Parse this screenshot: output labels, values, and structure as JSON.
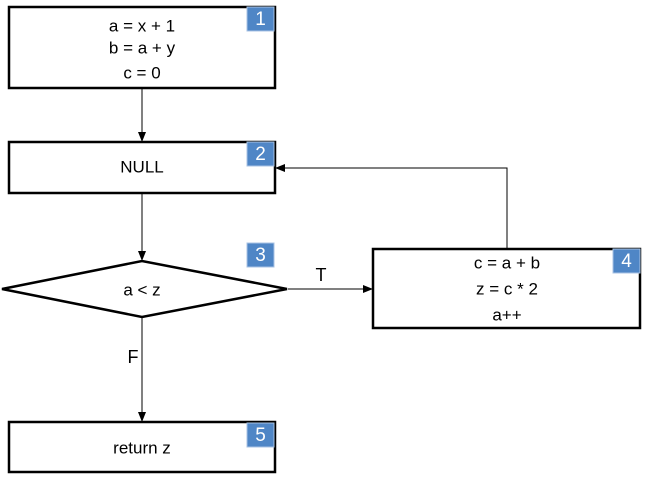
{
  "colors": {
    "stroke": "#000000",
    "badge_fill": "#4f86c6",
    "badge_text": "#ffffff",
    "background": "#ffffff"
  },
  "nodes": {
    "block1": {
      "badge": "1",
      "lines": [
        "a = x + 1",
        "b = a + y",
        "c = 0"
      ]
    },
    "block2": {
      "badge": "2",
      "lines": [
        "NULL"
      ]
    },
    "block3": {
      "badge": "3",
      "condition": "a < z"
    },
    "block4": {
      "badge": "4",
      "lines": [
        "c = a + b",
        "z = c * 2",
        "a++"
      ]
    },
    "block5": {
      "badge": "5",
      "lines": [
        "return z"
      ]
    }
  },
  "edges": {
    "true_label": "T",
    "false_label": "F"
  }
}
